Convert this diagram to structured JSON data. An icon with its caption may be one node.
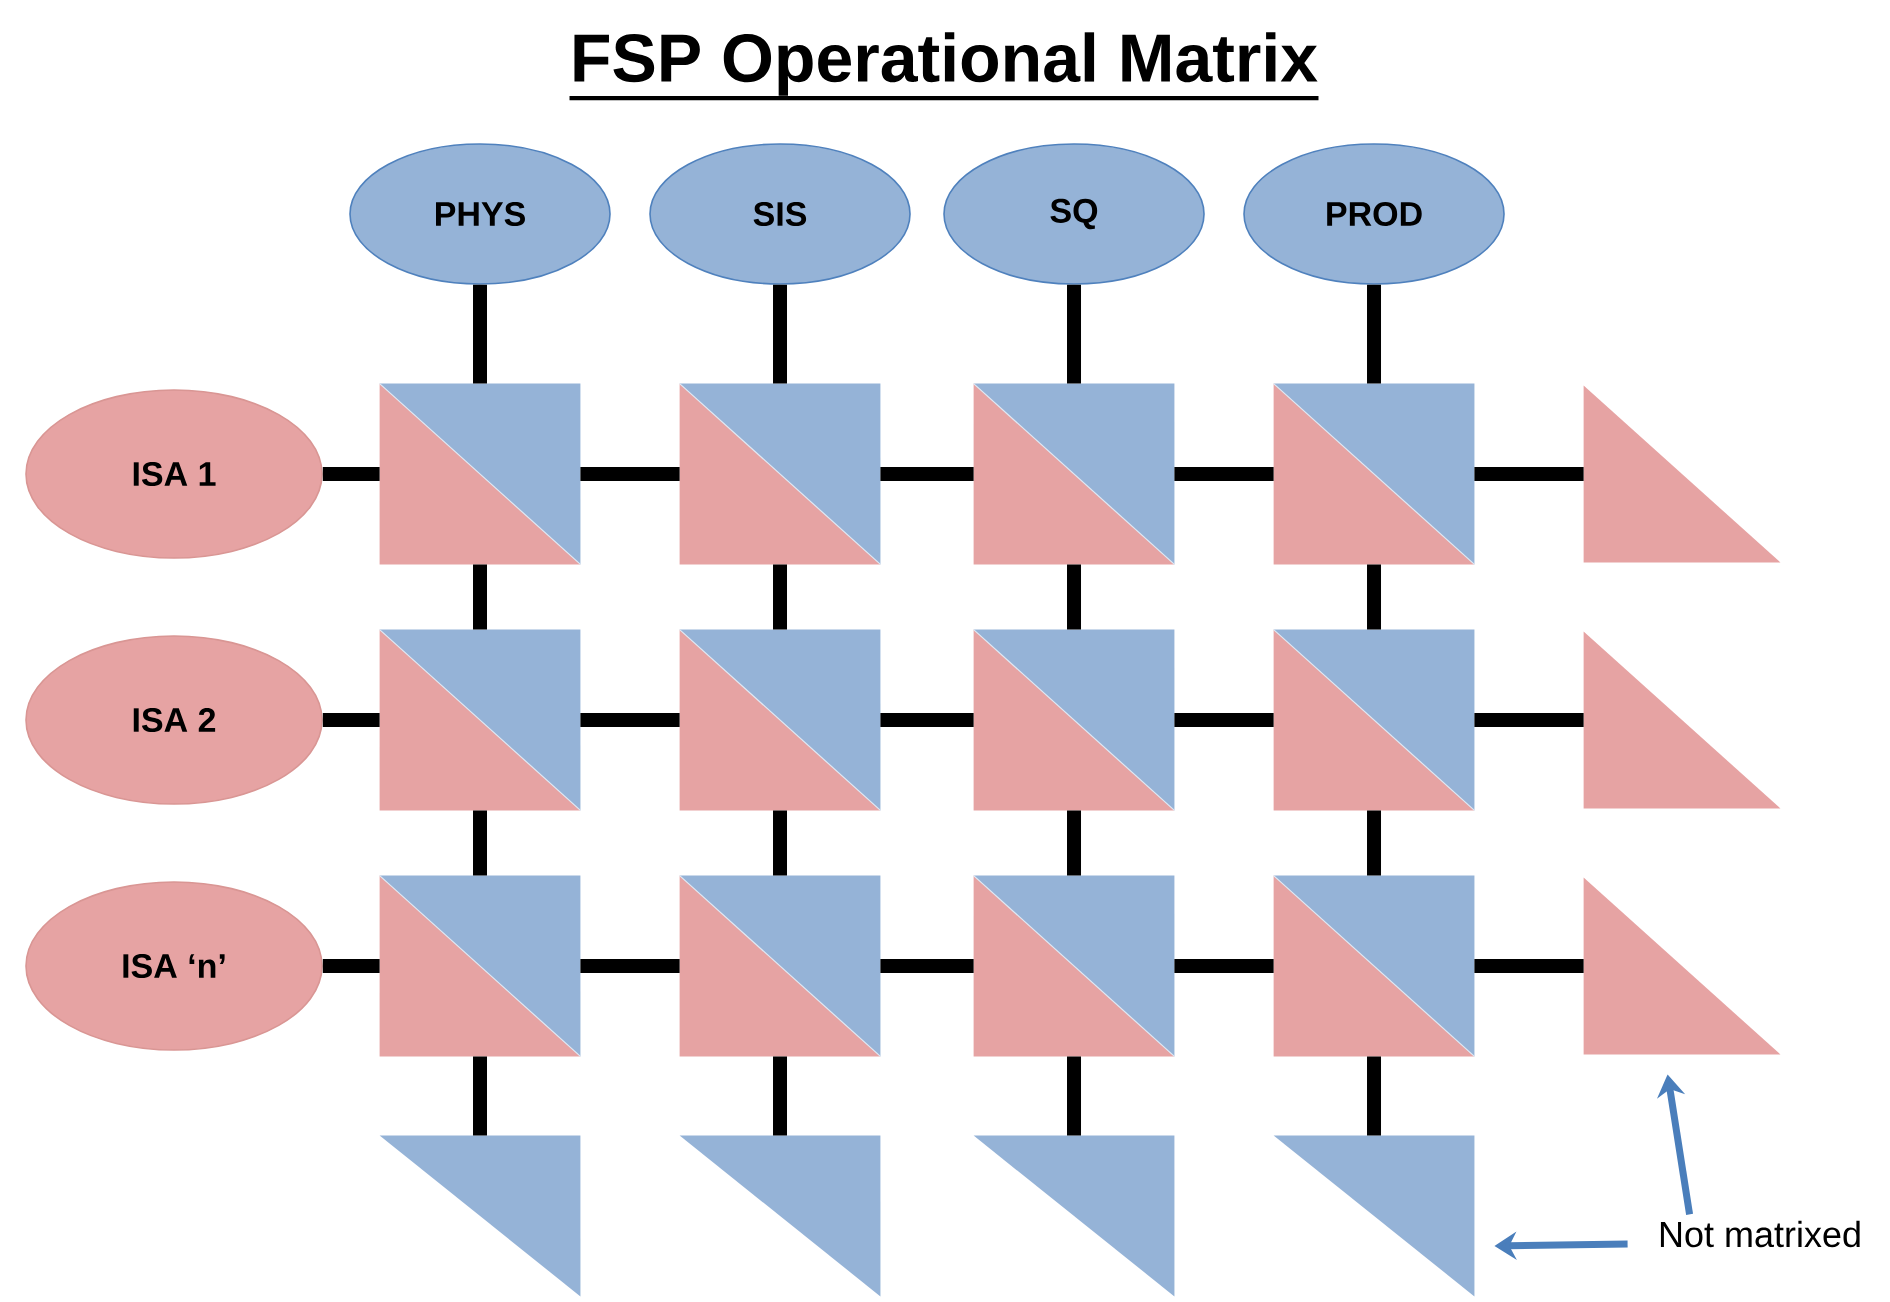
{
  "diagram": {
    "title": "FSP Operational Matrix",
    "nodes": [
      {
        "text": [
          "PHYS"
        ]
      },
      {
        "text": [
          "SIS"
        ]
      },
      {
        "text": [
          "SQ"
        ]
      },
      {
        "text": [
          "PROD"
        ]
      },
      {
        "text": [
          "ISA 1"
        ]
      },
      {
        "text": [
          "ISA 2"
        ]
      },
      {
        "text": [
          "ISA ‘n’"
        ]
      },
      {
        "text": [],
        "shape": "box"
      },
      {
        "text": [],
        "shape": "box"
      },
      {
        "text": [],
        "shape": "box"
      },
      {
        "text": [],
        "shape": "box"
      },
      {
        "text": [],
        "shape": "box"
      },
      {
        "text": [],
        "shape": "box"
      },
      {
        "text": [],
        "shape": "box"
      },
      {
        "text": [],
        "shape": "box"
      },
      {
        "text": [],
        "shape": "box"
      },
      {
        "text": [],
        "shape": "box"
      },
      {
        "text": [],
        "shape": "box"
      },
      {
        "text": [],
        "shape": "box"
      },
      {
        "text": [],
        "shape": "triangle"
      },
      {
        "text": [],
        "shape": "triangle"
      },
      {
        "text": [],
        "shape": "triangle"
      },
      {
        "text": [],
        "shape": "triangle"
      },
      {
        "text": [],
        "shape": "triangle"
      },
      {
        "text": [],
        "shape": "triangle"
      },
      {
        "text": [],
        "shape": "triangle"
      },
      {
        "text": [
          "Not matrixed"
        ]
      }
    ],
    "edges": [
      {
        "from": 0,
        "to": 7,
        "arrow": "none"
      },
      {
        "from": 1,
        "to": 8,
        "arrow": "none"
      },
      {
        "from": 2,
        "to": 9,
        "arrow": "none"
      },
      {
        "from": 3,
        "to": 10,
        "arrow": "none"
      },
      {
        "from": 4,
        "to": 7,
        "arrow": "none"
      },
      {
        "from": 7,
        "to": 8,
        "arrow": "none"
      },
      {
        "from": 8,
        "to": 9,
        "arrow": "none"
      },
      {
        "from": 9,
        "to": 10,
        "arrow": "none"
      },
      {
        "from": 10,
        "to": 19,
        "arrow": "none"
      },
      {
        "from": 7,
        "to": 11,
        "arrow": "none"
      },
      {
        "from": 8,
        "to": 12,
        "arrow": "none"
      },
      {
        "from": 9,
        "to": 13,
        "arrow": "none"
      },
      {
        "from": 10,
        "to": 14,
        "arrow": "none"
      },
      {
        "from": 5,
        "to": 11,
        "arrow": "none"
      },
      {
        "from": 11,
        "to": 12,
        "arrow": "none"
      },
      {
        "from": 12,
        "to": 13,
        "arrow": "none"
      },
      {
        "from": 13,
        "to": 14,
        "arrow": "none"
      },
      {
        "from": 14,
        "to": 20,
        "arrow": "none"
      },
      {
        "from": 11,
        "to": 15,
        "arrow": "none"
      },
      {
        "from": 12,
        "to": 16,
        "arrow": "none"
      },
      {
        "from": 13,
        "to": 17,
        "arrow": "none"
      },
      {
        "from": 14,
        "to": 18,
        "arrow": "none"
      },
      {
        "from": 6,
        "to": 15,
        "arrow": "none"
      },
      {
        "from": 15,
        "to": 16,
        "arrow": "none"
      },
      {
        "from": 16,
        "to": 17,
        "arrow": "none"
      },
      {
        "from": 17,
        "to": 18,
        "arrow": "none"
      },
      {
        "from": 18,
        "to": 21,
        "arrow": "none"
      },
      {
        "from": 15,
        "to": 22,
        "arrow": "none"
      },
      {
        "from": 16,
        "to": 23,
        "arrow": "none"
      },
      {
        "from": 17,
        "to": 24,
        "arrow": "none"
      },
      {
        "from": 18,
        "to": 25,
        "arrow": "none"
      },
      {
        "from": 26,
        "to": 21,
        "arrow": "to",
        "color": "#4a7ebb"
      },
      {
        "from": 26,
        "to": 25,
        "arrow": "to",
        "color": "#4a7ebb"
      }
    ]
  }
}
